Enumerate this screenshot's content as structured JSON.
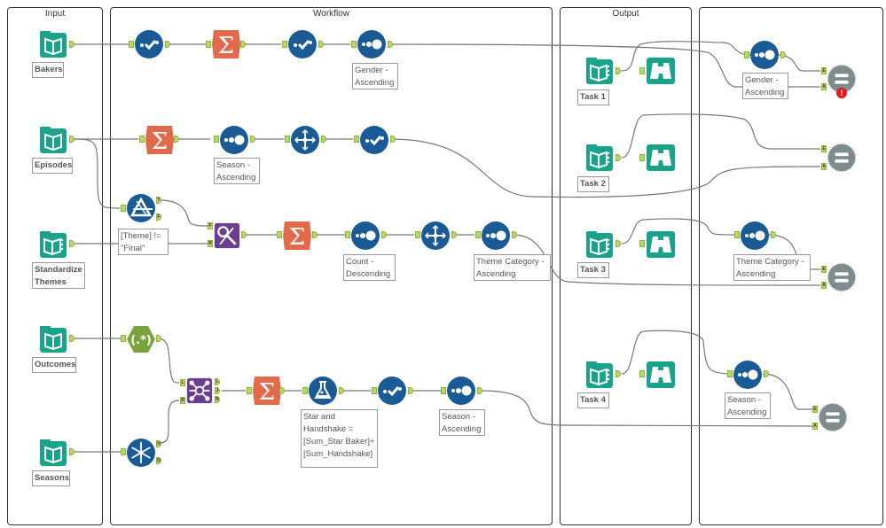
{
  "containers": [
    {
      "id": "input",
      "title": "Input"
    },
    {
      "id": "workflow",
      "title": "Workflow"
    },
    {
      "id": "output",
      "title": "Output"
    },
    {
      "id": "check",
      "title": ""
    }
  ],
  "inputs": [
    {
      "label": "Bakers",
      "icon": "input-data-icon"
    },
    {
      "label": "Episodes",
      "icon": "input-data-icon"
    },
    {
      "label": "Standardize Themes",
      "icon": "text-input-icon"
    },
    {
      "label": "Outcomes",
      "icon": "input-data-icon"
    },
    {
      "label": "Seasons",
      "icon": "input-data-icon"
    }
  ],
  "annotations": {
    "gender_asc": "Gender -\nAscending",
    "season_asc_1": "Season -\nAscending",
    "filter_expr": "[Theme] !=\n\"Final\"",
    "count_desc": "Count -\nDescending",
    "theme_cat_asc": "Theme Category -\nAscending",
    "formula": "Star and\nHandshake =\n[Sum_Star Baker]+\n[Sum_Handshake]",
    "season_asc_2": "Season -\nAscending"
  },
  "outputs": [
    {
      "label": "Task 1"
    },
    {
      "label": "Task 2"
    },
    {
      "label": "Task 3"
    },
    {
      "label": "Task 4"
    }
  ],
  "check": [
    {
      "sort_label": "Gender -\nAscending",
      "has_error": true
    },
    {
      "sort_label": "",
      "has_error": false
    },
    {
      "sort_label": "Theme Category -\nAscending",
      "has_error": false
    },
    {
      "sort_label": "Season -\nAscending",
      "has_error": false
    }
  ],
  "anchor_letters": {
    "true": "T",
    "false": "F",
    "find": "F",
    "replace": "R",
    "left": "L",
    "join": "J",
    "right": "R",
    "unique": "U",
    "dup": "D",
    "expected": "E",
    "actual": "A"
  },
  "error_glyph": "!",
  "colors": {
    "blue_tool": "#1a5b96",
    "sum_tool": "#e06a4c",
    "input_tool": "#1aa38b",
    "join_tool": "#6b3f8f",
    "regex_tool": "#7aa33c",
    "compare_tool": "#7f8c8d",
    "anchor": "#b9d86a",
    "error": "#e8161b"
  }
}
